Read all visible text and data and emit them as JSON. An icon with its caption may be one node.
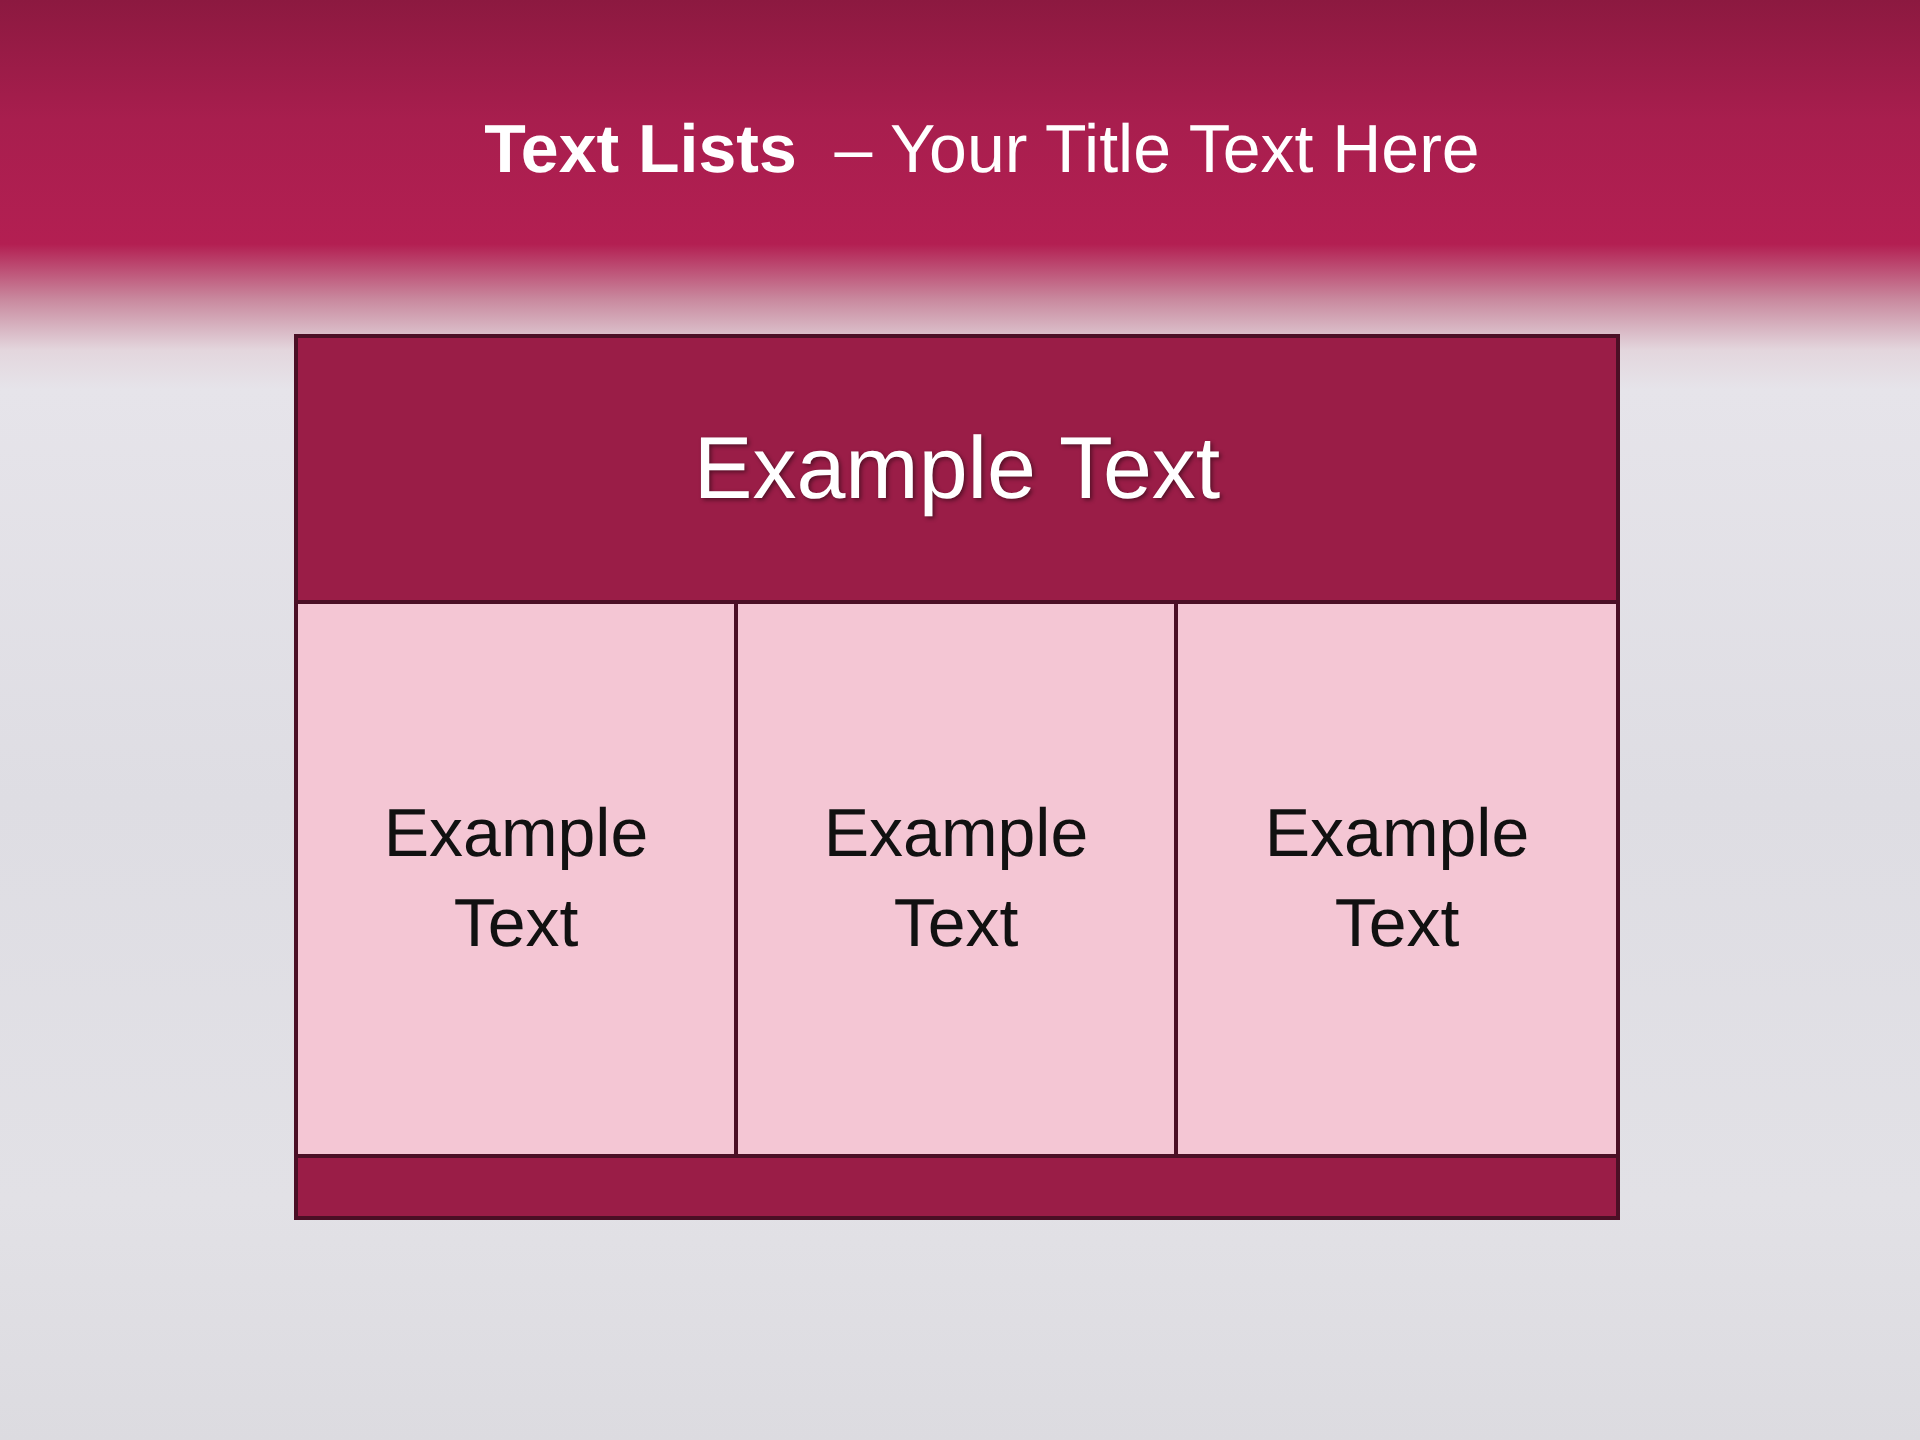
{
  "diagram": {
    "title": "**Text Lists**  – Your Title Text Here",
    "nodes": [
      {
        "text": [
          "Example Text"
        ]
      },
      {
        "text": [
          "Example Text"
        ]
      },
      {
        "text": [
          "Example Text"
        ]
      },
      {
        "text": [
          "Example Text"
        ]
      },
      {
        "text": [],
        "shape": "bar"
      }
    ]
  }
}
